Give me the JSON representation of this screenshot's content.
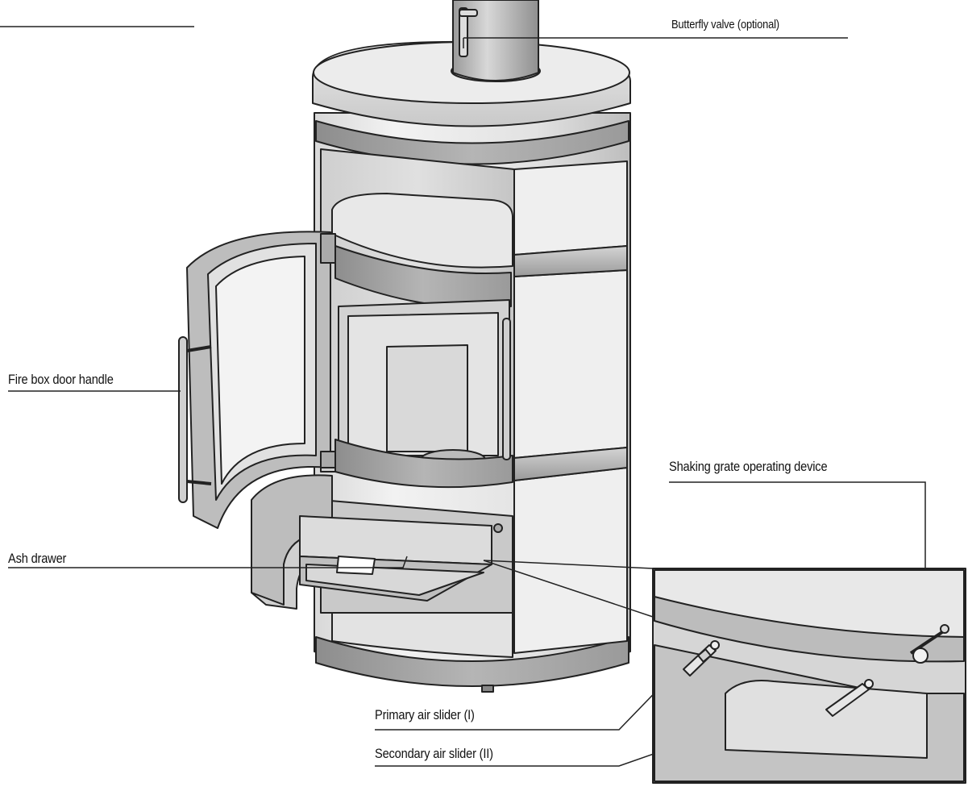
{
  "callouts": {
    "butterfly_valve": "Butterfly valve (optional)",
    "fire_box_door_handle": "Fire box door handle",
    "shaking_grate": "Shaking grate operating device",
    "ash_drawer": "Ash drawer",
    "primary_air_slider": "Primary air slider (I)",
    "secondary_air_slider": "Secondary air slider (II)"
  },
  "colors": {
    "outline": "#222222",
    "light_metal": "#e6e6e6",
    "mid_metal": "#bdbdbd",
    "dark_metal": "#8c8c8c",
    "background": "#ffffff"
  }
}
